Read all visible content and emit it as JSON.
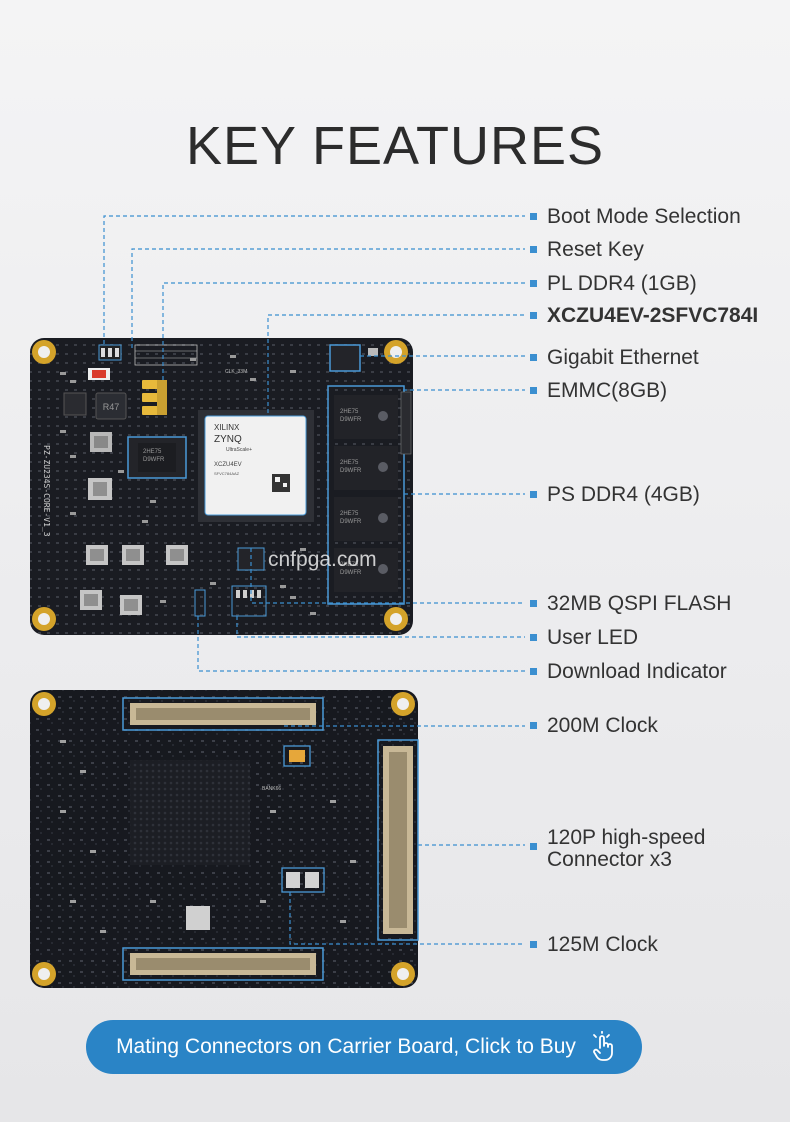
{
  "title": "KEY FEATURES",
  "features": [
    {
      "label": "Boot Mode Selection"
    },
    {
      "label": "Reset Key"
    },
    {
      "label": "PL DDR4 (1GB)"
    },
    {
      "label": "XCZU4EV-2SFVC784I"
    },
    {
      "label": "Gigabit Ethernet"
    },
    {
      "label": "EMMC(8GB)"
    },
    {
      "label": "PS DDR4 (4GB)"
    },
    {
      "label": "32MB QSPI FLASH"
    },
    {
      "label": "User LED"
    },
    {
      "label": "Download Indicator"
    },
    {
      "label": "200M Clock"
    },
    {
      "label": "120P high-speed"
    },
    {
      "label": "125M Clock"
    }
  ],
  "connector_label_line2": "Connector x3",
  "board_top": {
    "silkscreen_vertical": "PZ-ZU234S-CORE-V1_3",
    "chip_brand": "XILINX",
    "chip_family": "ZYNQ",
    "chip_series": "UltraScale+",
    "chip_part": "XCZU4EV",
    "chip_code": "SFVC784AAZ",
    "ddr_text": "2HE75\nD9WFR",
    "r47": "R47",
    "clk": "CLK_33M"
  },
  "board_bottom": {
    "bank_label": "BANK66"
  },
  "watermark": "cnfpga.com",
  "cta": {
    "label": "Mating Connectors on Carrier Board, Click to Buy",
    "icon": "pointing-hand-icon"
  },
  "colors": {
    "accent": "#3b8fd0",
    "button": "#2a84c6",
    "pcb": "#1a1c22",
    "gold": "#d4a32a"
  }
}
